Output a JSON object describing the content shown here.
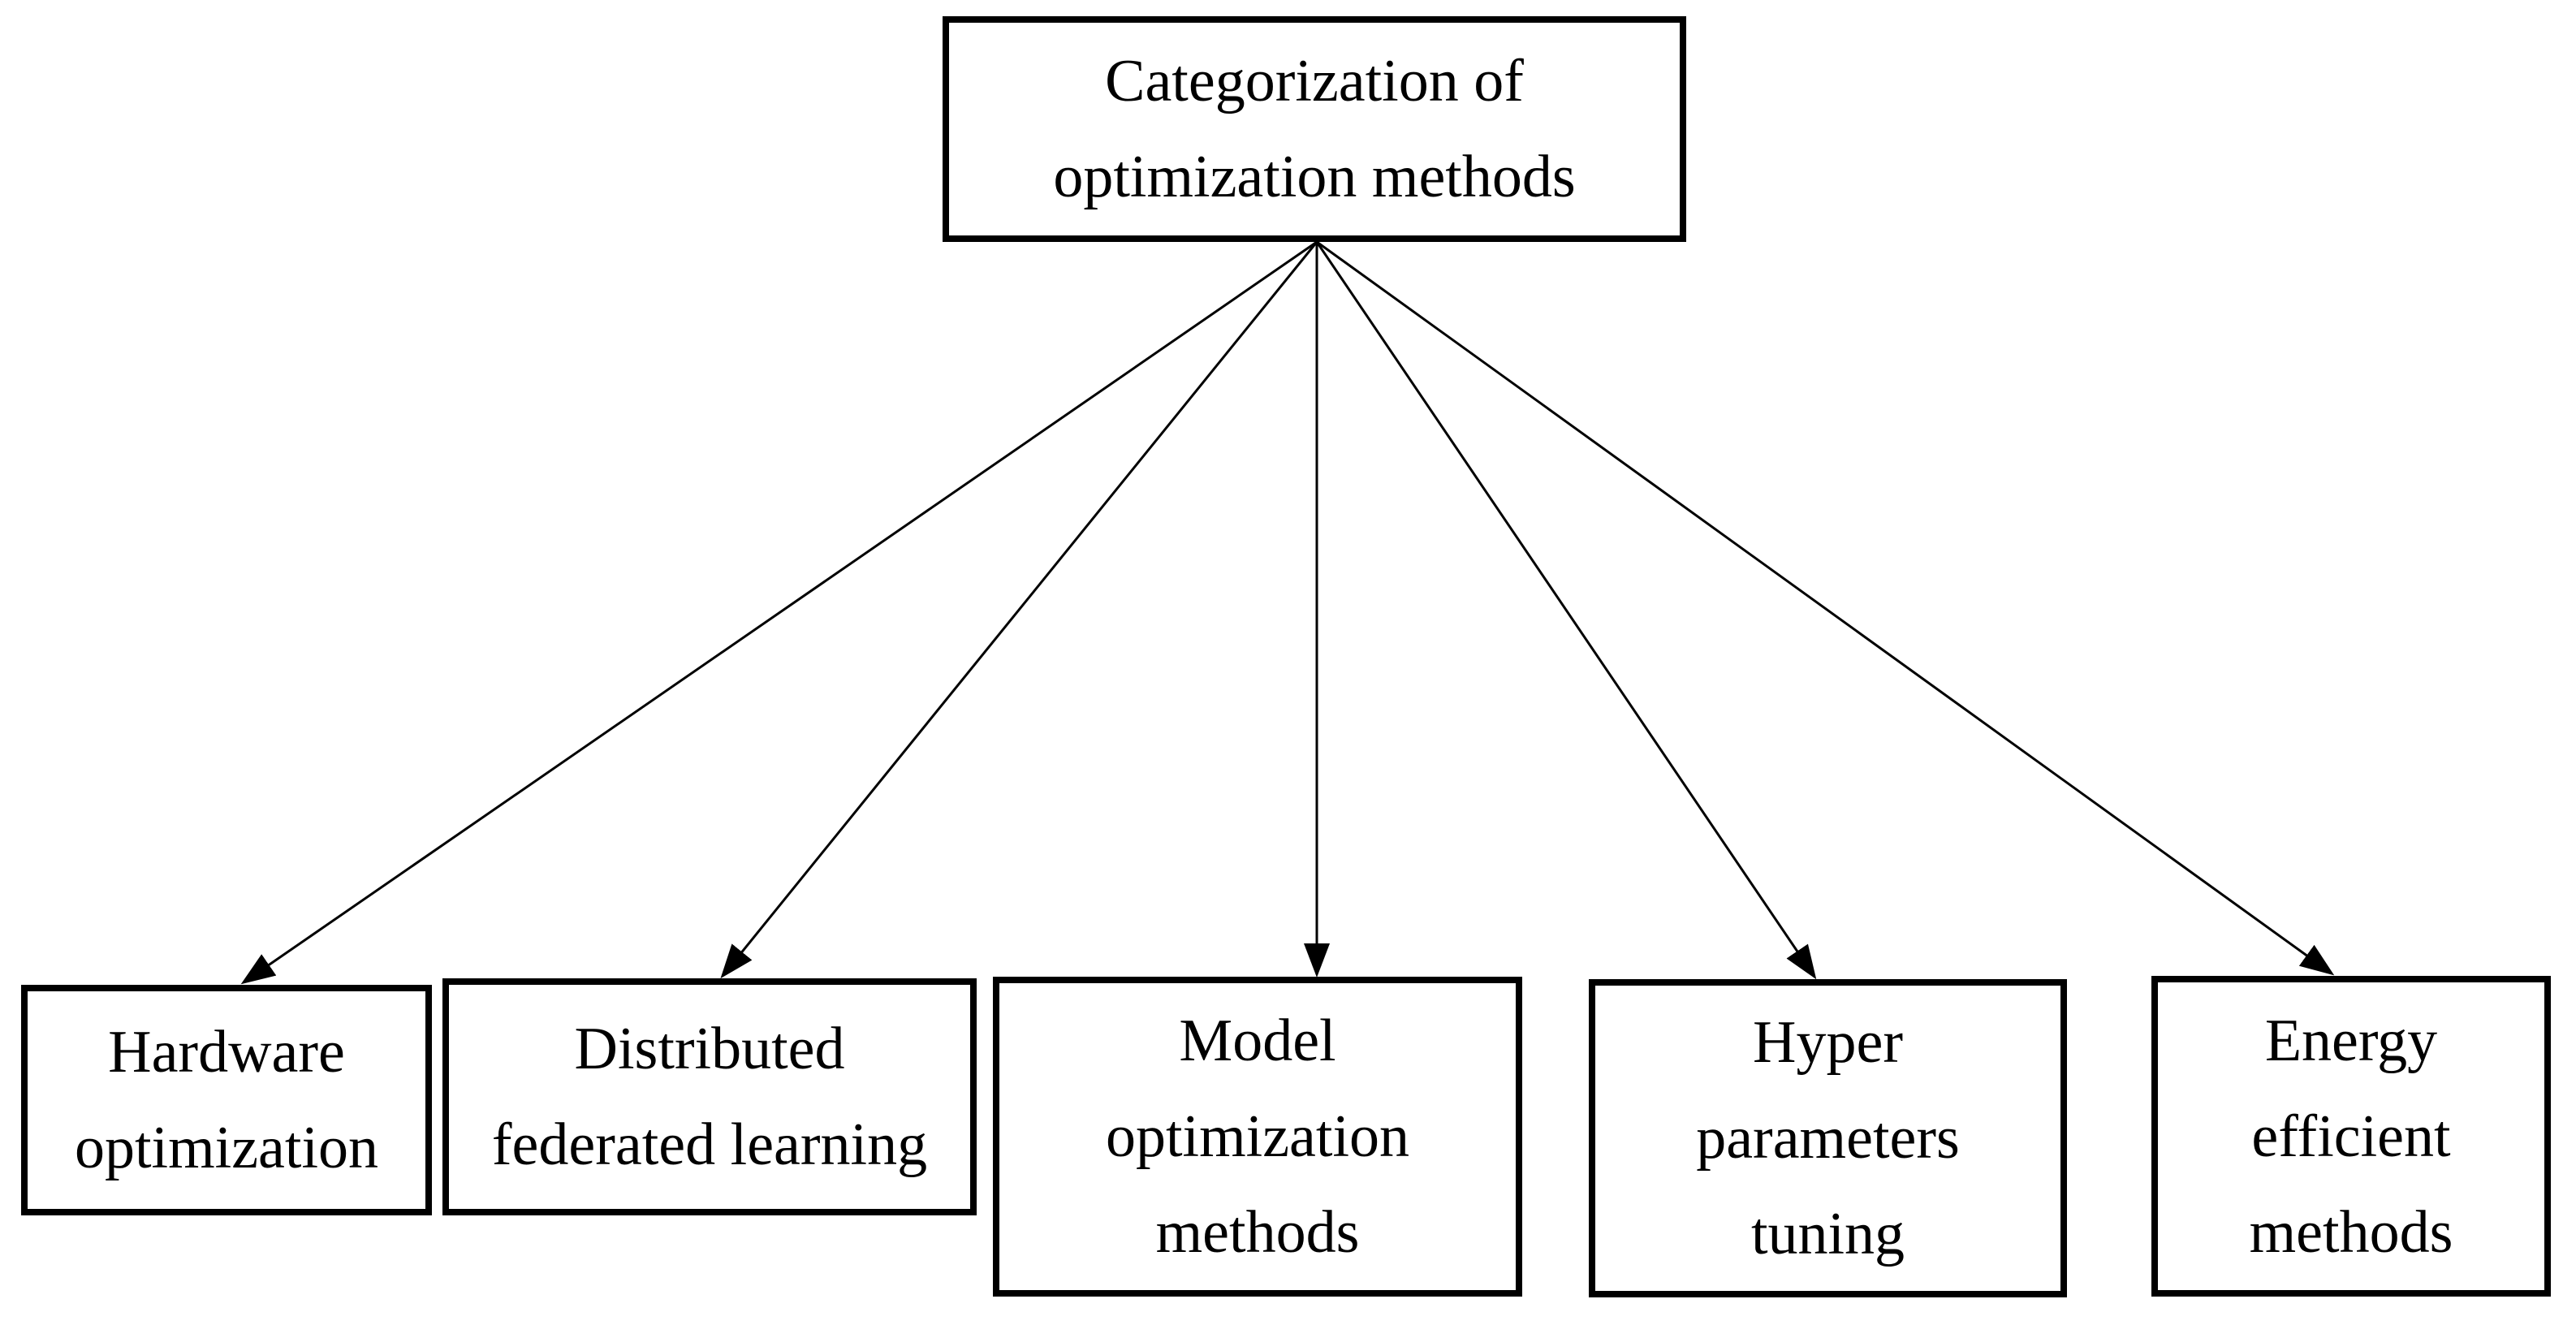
{
  "diagram": {
    "title": "Categorization of optimization methods",
    "colors": {
      "background": "#ffffff",
      "border": "#000000",
      "text": "#000000",
      "arrow": "#000000"
    },
    "root": {
      "lines": [
        "Categorization of",
        "optimization methods"
      ]
    },
    "children": [
      {
        "id": "hardware",
        "lines": [
          "Hardware",
          "optimization"
        ]
      },
      {
        "id": "federated",
        "lines": [
          "Distributed",
          "federated learning"
        ]
      },
      {
        "id": "model",
        "lines": [
          "Model",
          "optimization",
          "methods"
        ]
      },
      {
        "id": "hyper",
        "lines": [
          "Hyper",
          "parameters",
          "tuning"
        ]
      },
      {
        "id": "energy",
        "lines": [
          "Energy",
          "efficient",
          "methods"
        ]
      }
    ]
  }
}
